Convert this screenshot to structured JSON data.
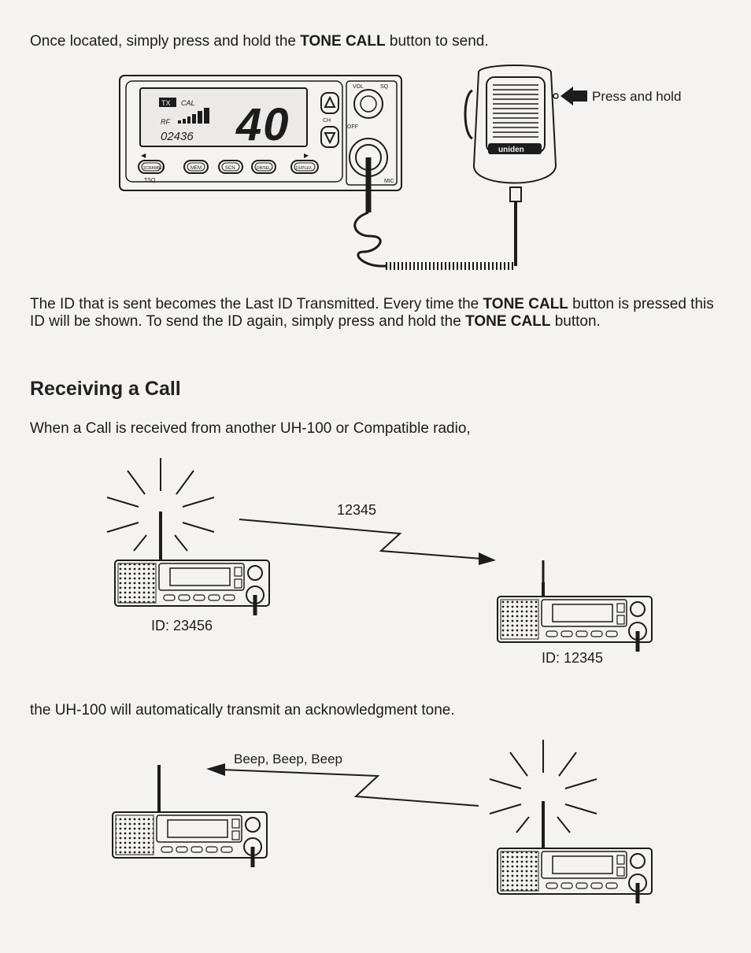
{
  "intro": {
    "prefix": "Once located, simply press and hold the ",
    "bold": "TONE CALL",
    "suffix": " button to send."
  },
  "radio_panel": {
    "display_channel": "40",
    "display_id": "02436",
    "tag_tx": "TX",
    "tag_cal": "CAL",
    "tag_rf": "RF",
    "label_vol": "VOL",
    "label_sq": "SQ",
    "label_ch": "CH",
    "label_off": "OFF",
    "label_mic": "MIC",
    "label_tsq": "TSQ",
    "buttons": [
      "SCRAMBLE",
      "MEM",
      "SCN",
      "DB/SEL",
      "DUPLEX"
    ],
    "mic_brand": "uniden",
    "press_label": "Press and hold"
  },
  "para2": {
    "part1": "The ID that is sent becomes the Last ID Transmitted. Every time the ",
    "bold1": "TONE CALL",
    "part2": " button is pressed this ID will be shown. To send the ID again, simply press and hold the ",
    "bold2": "TONE CALL",
    "part3": " button."
  },
  "section_heading": "Receiving a Call",
  "para3": "When a Call is received from another UH-100 or Compatible radio,",
  "diagram1": {
    "signal_label": "12345",
    "left_id": "ID: 23456",
    "right_id": "ID: 12345"
  },
  "para4": "the UH-100 will automatically transmit an acknowledgment tone.",
  "diagram2": {
    "signal_label": "Beep, Beep, Beep"
  }
}
